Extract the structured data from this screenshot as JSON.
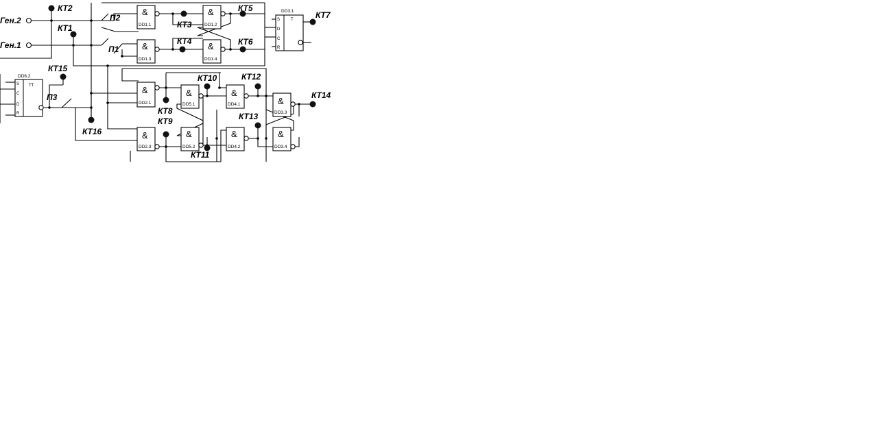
{
  "inputs": {
    "gen2": "Ген.2",
    "gen1": "Ген.1"
  },
  "switches": {
    "p1": "П1",
    "p2": "П2",
    "p3": "П3"
  },
  "test_points": {
    "kt1": "КТ1",
    "kt2": "КТ2",
    "kt3": "КТ3",
    "kt4": "КТ4",
    "kt5": "КТ5",
    "kt6": "КТ6",
    "kt7": "КТ7",
    "kt8": "КТ8",
    "kt9": "КТ9",
    "kt10": "КТ10",
    "kt11": "КТ11",
    "kt12": "КТ12",
    "kt13": "КТ13",
    "kt14": "КТ14",
    "kt15": "КТ15",
    "kt16": "КТ16"
  },
  "gate_symbol": "&",
  "gates": {
    "dd1_1": "DD1.1",
    "dd1_2": "DD1.2",
    "dd1_3": "DD1.3",
    "dd1_4": "DD1.4",
    "dd2_1": "DD2.1",
    "dd2_3": "DD2.3",
    "dd5_1": "DD5.1",
    "dd5_2": "DD5.2",
    "dd4_1": "DD4.1",
    "dd4_2": "DD4.2",
    "dd3_3": "DD3.3",
    "dd3_4": "DD3.4"
  },
  "triggers": {
    "dd3_1": {
      "name": "DD3.1",
      "pins": [
        "S",
        "D",
        "C",
        "R"
      ],
      "type_mark": "T"
    },
    "dd6_2": {
      "name": "DD6.2",
      "pins": [
        "S",
        "C",
        "D",
        "R"
      ],
      "type_mark": "TT"
    }
  }
}
